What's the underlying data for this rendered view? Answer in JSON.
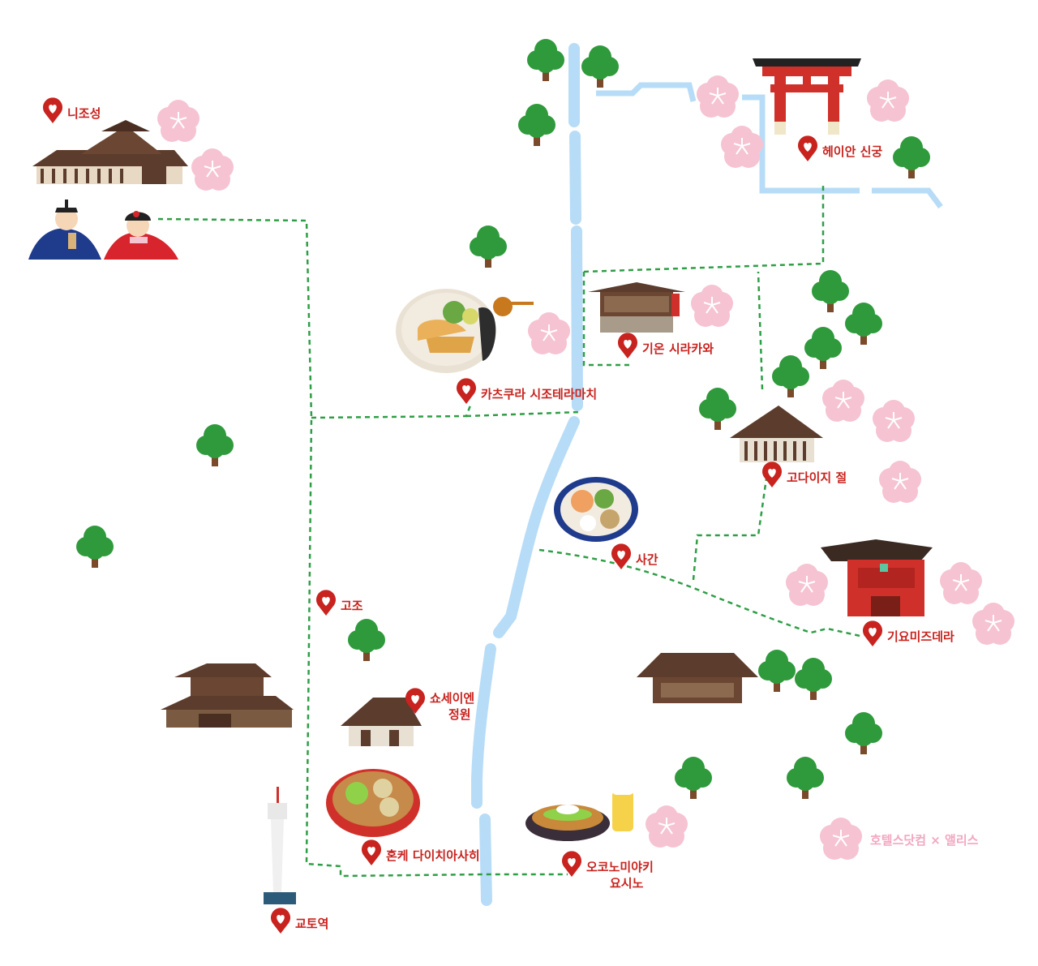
{
  "map": {
    "places": {
      "nijo": "니조성",
      "heian": "헤이안 신궁",
      "katsukura": "카츠쿠라 시조테라마치",
      "gion": "기온 시라카와",
      "kodaiji": "고다이지 절",
      "sagan": "사간",
      "kiyomizu": "기요미즈데라",
      "gojo": "고조",
      "shosei_1": "쇼세이엔",
      "shosei_2": "정원",
      "honke": "혼케 다이치아사히",
      "okonomi_1": "오코노미야키",
      "okonomi_2": "요시노",
      "kyoto_station": "교토역"
    },
    "credit": "호텔스닷컴 × 앨리스",
    "colors": {
      "pin": "#c8231e",
      "route": "#2e9e45",
      "river": "#b7dcf7",
      "tree": "#2f9a3c",
      "trunk": "#7a4a2a",
      "blossom": "#f6c3d2",
      "building": "#5c3c2c",
      "gate": "#d0302a"
    }
  }
}
